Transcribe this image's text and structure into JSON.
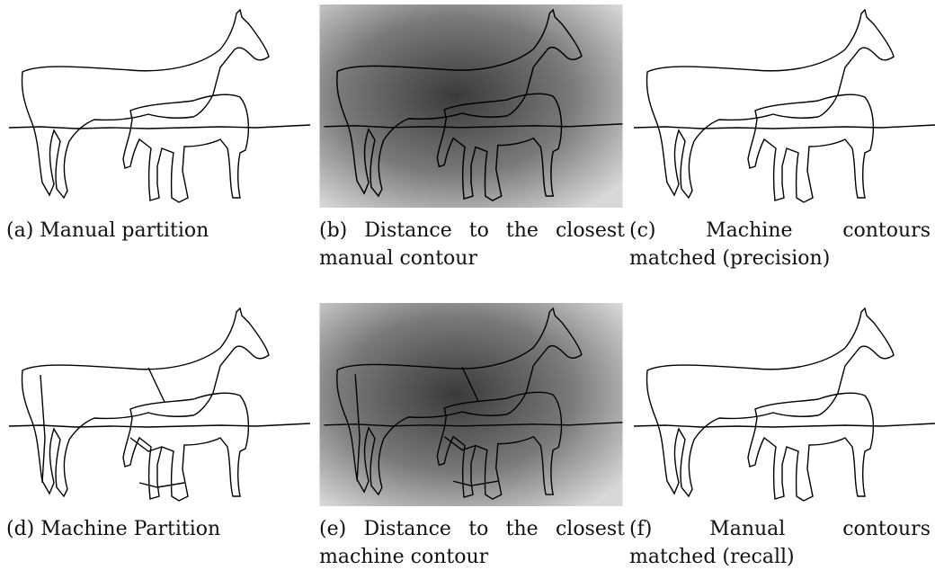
{
  "figure": {
    "panels": [
      {
        "id": "a",
        "line1": "(a) Manual partition",
        "line2": "",
        "image": "manual-contours",
        "style": "white"
      },
      {
        "id": "b",
        "line1": "(b) Distance to the closest",
        "line2": "manual contour",
        "image": "distance-map-manual",
        "style": "distance"
      },
      {
        "id": "c",
        "line1": "(c)   Machine   contours",
        "line2": "matched (precision)",
        "image": "matched-machine-contours",
        "style": "white"
      },
      {
        "id": "d",
        "line1": "(d) Machine Partition",
        "line2": "",
        "image": "machine-contours",
        "style": "white"
      },
      {
        "id": "e",
        "line1": "(e) Distance to the closest",
        "line2": "machine contour",
        "image": "distance-map-machine",
        "style": "distance"
      },
      {
        "id": "f",
        "line1": "(f)   Manual   contours",
        "line2": "matched (recall)",
        "image": "matched-manual-contours",
        "style": "white"
      }
    ]
  }
}
